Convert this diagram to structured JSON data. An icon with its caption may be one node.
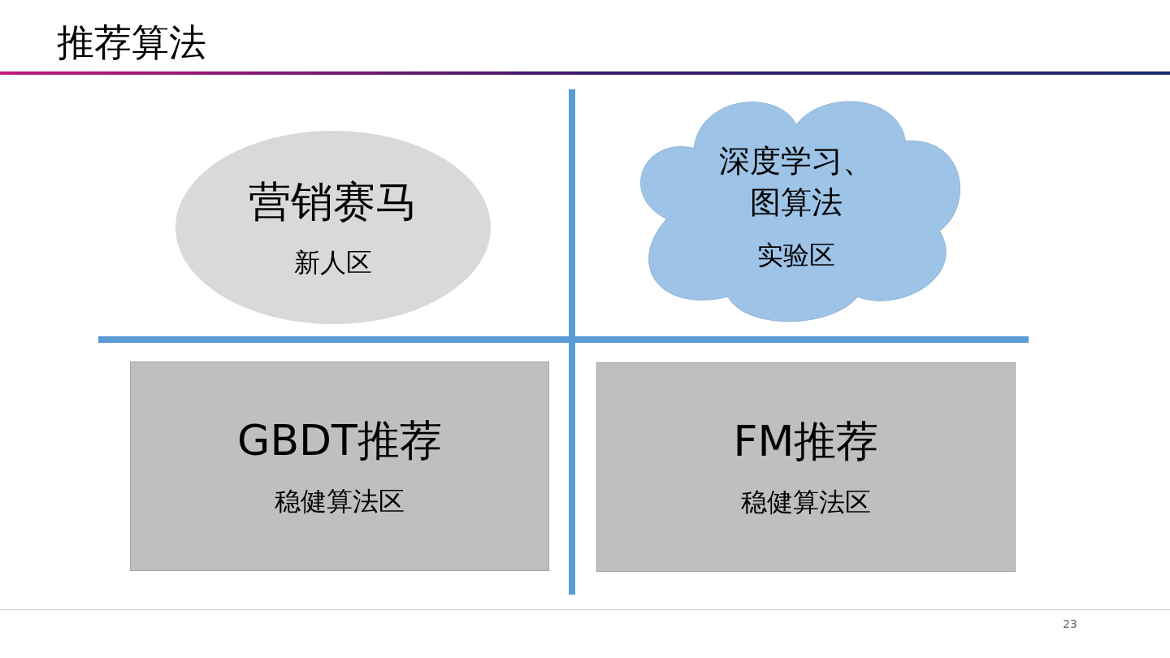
{
  "diagram": {
    "title": "推荐算法",
    "nodes": [
      {
        "text": [
          "营销赛马",
          "新人区"
        ]
      },
      {
        "text": [
          "深度学习、图算法",
          "实验区"
        ]
      },
      {
        "text": [
          "GBDT推荐",
          "稳健算法区"
        ]
      },
      {
        "text": [
          "FM推荐",
          "稳健算法区"
        ]
      }
    ],
    "labels": [
      "23"
    ]
  }
}
